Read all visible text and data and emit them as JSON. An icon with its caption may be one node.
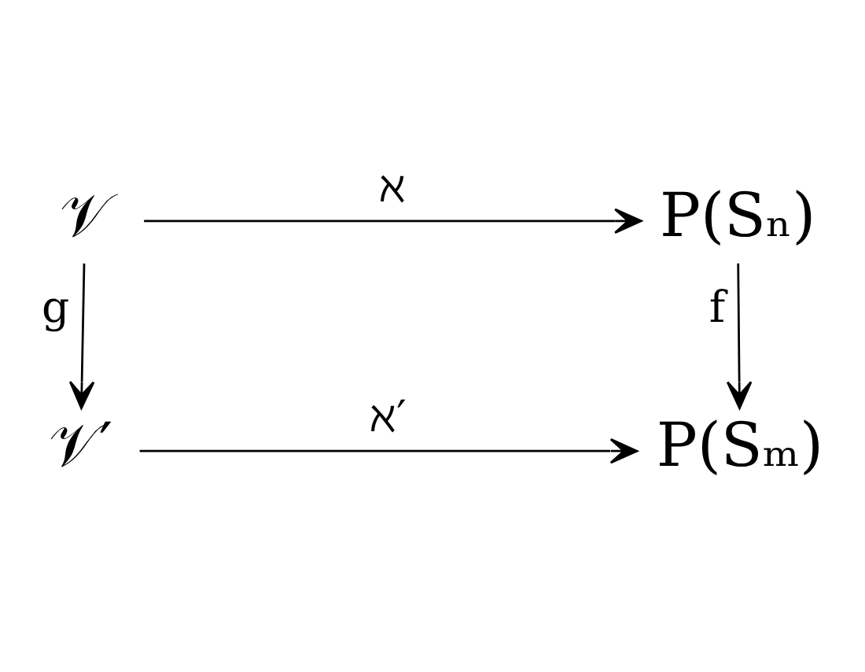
{
  "diagram": {
    "nodes": [
      {
        "text": [
          "𝒱"
        ]
      },
      {
        "text": [
          "P(Sₙ)"
        ]
      },
      {
        "text": [
          "𝒱′"
        ]
      },
      {
        "text": [
          "P(Sₘ)"
        ]
      }
    ],
    "edges": [
      {
        "from": 0,
        "to": 1,
        "arrow": "to",
        "label": "ℵ"
      },
      {
        "from": 0,
        "to": 2,
        "arrow": "to",
        "label": "g"
      },
      {
        "from": 1,
        "to": 3,
        "arrow": "to",
        "label": "f"
      },
      {
        "from": 2,
        "to": 3,
        "arrow": "to",
        "label": "ℵ′"
      }
    ]
  }
}
